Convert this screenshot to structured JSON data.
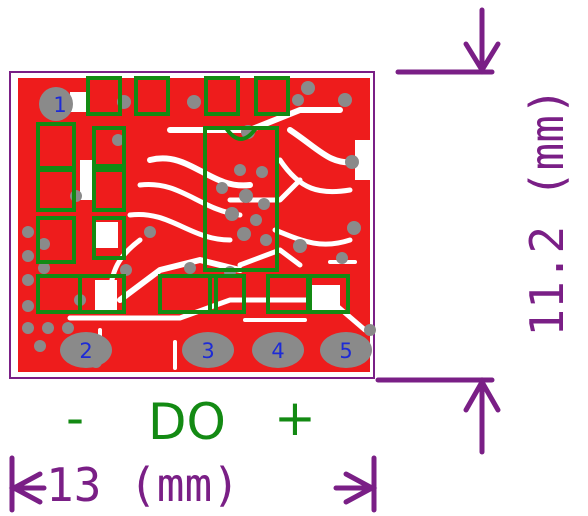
{
  "board": {
    "pads": [
      {
        "label": "1"
      },
      {
        "label": "2"
      },
      {
        "label": "3"
      },
      {
        "label": "4"
      },
      {
        "label": "5"
      }
    ],
    "silkscreen": {
      "minus": "-",
      "signal": "DO",
      "plus": "+"
    }
  },
  "dimensions": {
    "width_text": "13 (mm)",
    "height_text": "11.2 (mm)"
  },
  "colors": {
    "copper": "#ee1c1c",
    "outline": "#7a1f86",
    "silkscreen": "#138a13",
    "pad": "#8a8a8a",
    "pad_label": "#1d2bd6"
  }
}
